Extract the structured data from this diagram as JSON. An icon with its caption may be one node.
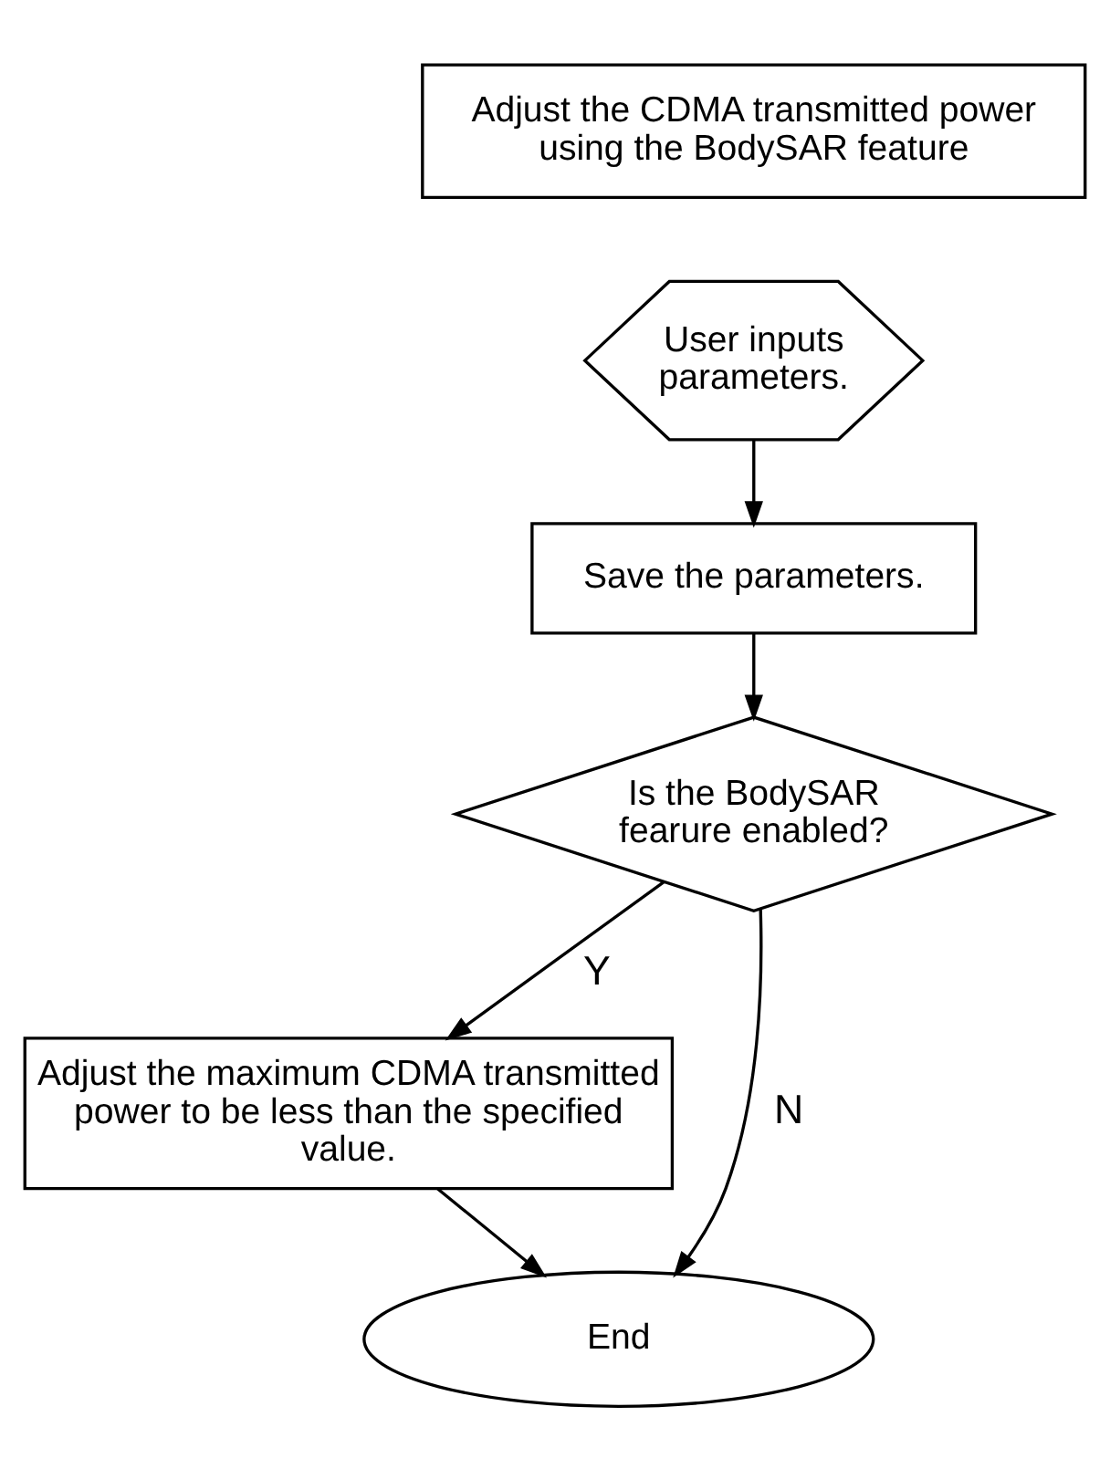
{
  "diagram": {
    "nodes": [
      {
        "text": [
          "Adjust the CDMA transmitted power using the BodySAR feature"
        ]
      },
      {
        "text": [
          "User inputs parameters."
        ]
      },
      {
        "text": [
          "Save the parameters."
        ]
      },
      {
        "text": [
          "Is the BodySAR fearure enabled?"
        ]
      },
      {
        "text": [
          "Adjust the maximum CDMA transmitted power to be less than the specified value."
        ]
      },
      {
        "text": [
          "End"
        ]
      }
    ],
    "edges": [
      {
        "from": 1,
        "to": 2,
        "arrow": "to"
      },
      {
        "from": 2,
        "to": 3,
        "arrow": "to"
      },
      {
        "from": 3,
        "to": 4,
        "arrow": "to",
        "label": "Y"
      },
      {
        "from": 3,
        "to": 5,
        "arrow": "to",
        "label": "N"
      },
      {
        "from": 4,
        "to": 5,
        "arrow": "to"
      }
    ]
  }
}
